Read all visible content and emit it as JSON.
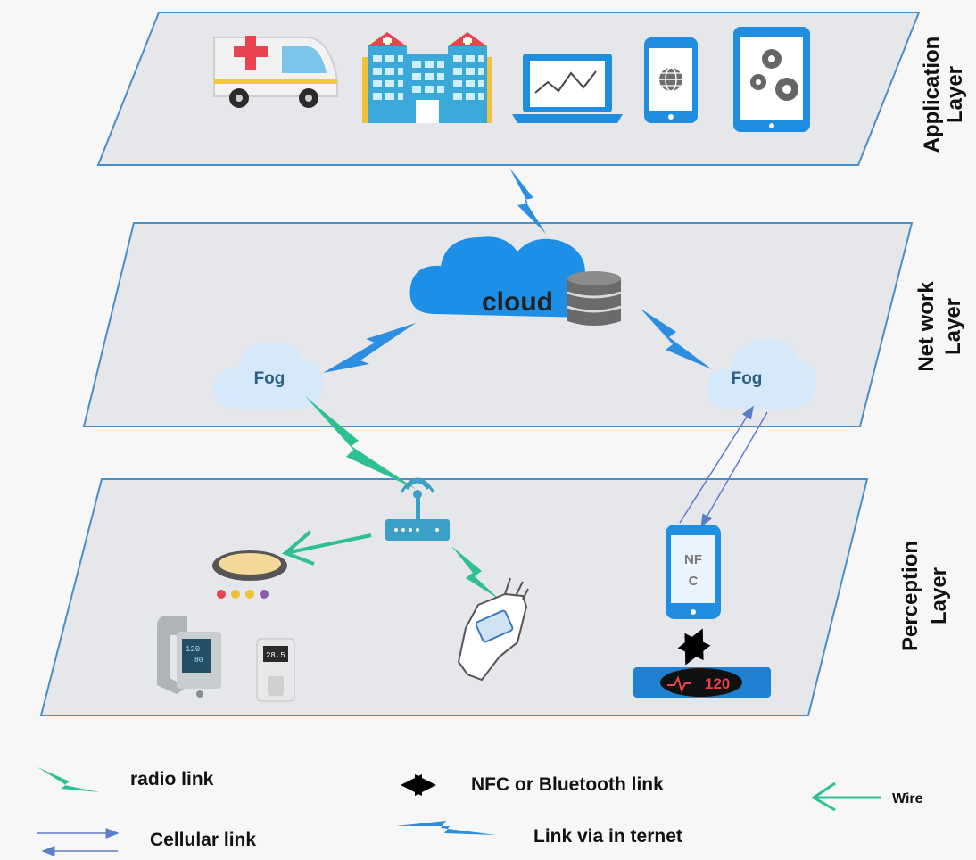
{
  "layers": {
    "application": {
      "line1": "Application",
      "line2": "Layer"
    },
    "network": {
      "line1": "Net work",
      "line2": "Layer"
    },
    "perception": {
      "line1": "Perception",
      "line2": "Layer"
    }
  },
  "nodes": {
    "cloud_label": "cloud",
    "fog_left_label": "Fog",
    "fog_right_label": "Fog",
    "phone_label_line1": "NF",
    "phone_label_line2": "C",
    "band_reading": "120"
  },
  "legend": {
    "radio_link": "radio link",
    "nfc_bluetooth_link": "NFC or Bluetooth link",
    "wire": "Wire",
    "cellular_link": "Cellular link",
    "link_via_internet": "Link via in ternet"
  },
  "colors": {
    "layer_fill": "#e6e7eb",
    "layer_stroke": "#4a8ec7",
    "radio_green": "#2fbf95",
    "internet_blue": "#2d8ee0",
    "cellular_blue": "#5b7fc6",
    "cloud_blue": "#1e8fe6",
    "fog_light": "#d6e9fa"
  },
  "icons": [
    "ambulance-icon",
    "hospital-icon",
    "laptop-chart-icon",
    "phone-globe-icon",
    "tablet-gears-icon",
    "cloud-database-icon",
    "router-icon",
    "ceiling-lamp-icon",
    "blood-pressure-monitor-icon",
    "pulse-oximeter-icon",
    "smart-glove-icon",
    "nfc-phone-icon",
    "heart-rate-band-icon"
  ]
}
